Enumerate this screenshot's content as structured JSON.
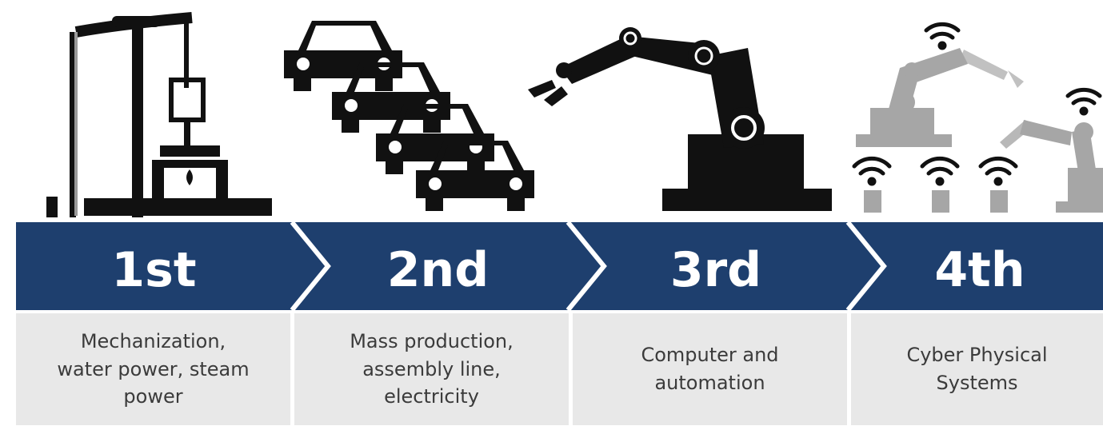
{
  "colors": {
    "band": "#1e3f6e",
    "icon": "#111111",
    "icon_future": "#a6a6a6",
    "desc_bg": "#e8e8e8",
    "desc_text": "#3b3b3b",
    "label_text": "#ffffff"
  },
  "stages": [
    {
      "label": "1st",
      "description": "Mechanization,\nwater power, steam\npower",
      "icon": "steam-engine-icon"
    },
    {
      "label": "2nd",
      "description": "Mass production,\nassembly line,\nelectricity",
      "icon": "assembly-line-cars-icon"
    },
    {
      "label": "3rd",
      "description": "Computer and\nautomation",
      "icon": "robot-arm-icon"
    },
    {
      "label": "4th",
      "description": "Cyber Physical\nSystems",
      "icon": "connected-robots-wifi-icon"
    }
  ]
}
